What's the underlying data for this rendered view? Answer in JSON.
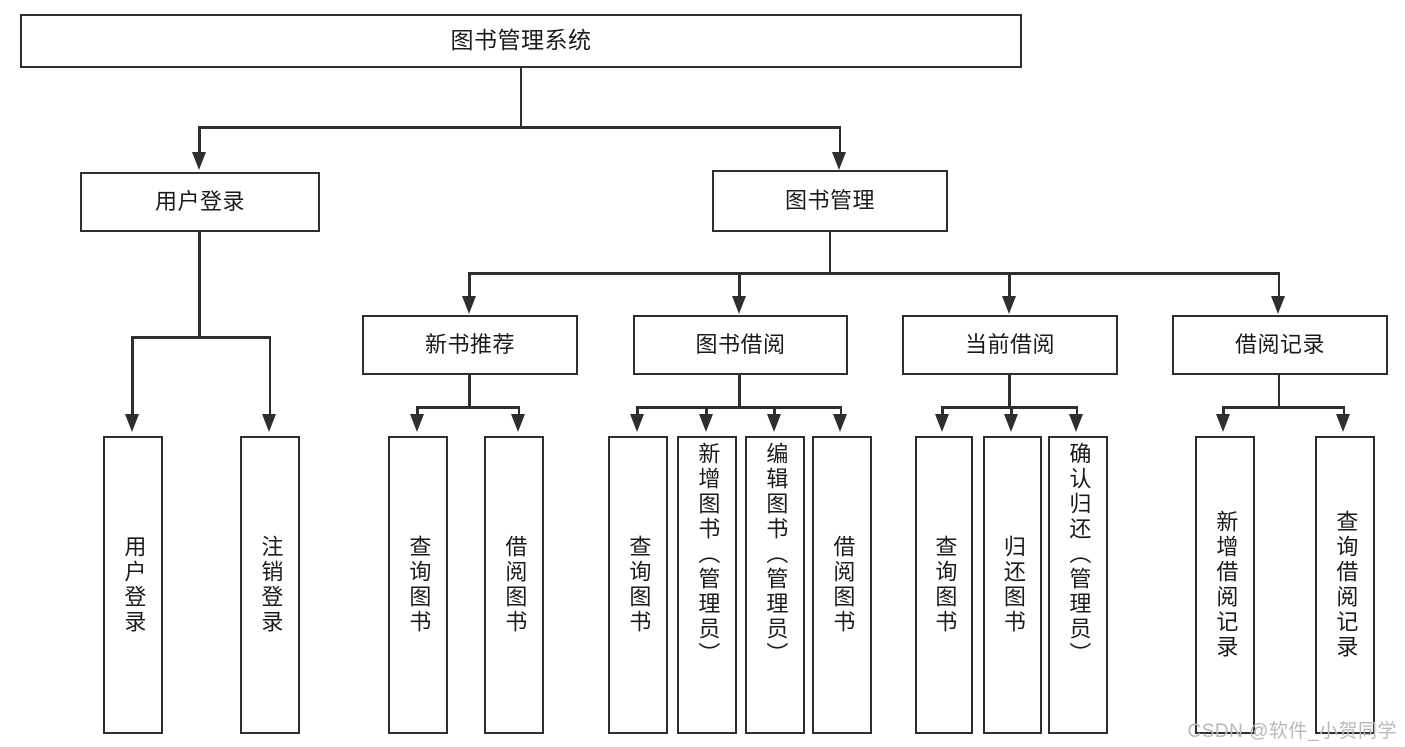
{
  "diagram": {
    "title": "图书管理系统",
    "type": "hierarchy-tree",
    "watermark": "CSDN @软件_小贺同学",
    "colors": {
      "stroke": "#2e2e2e",
      "fill": "#ffffff",
      "text": "#1b1b1b",
      "watermark": "#b9b9b9"
    },
    "root": {
      "label": "图书管理系统"
    },
    "level2": [
      {
        "id": "user-login",
        "label": "用户登录"
      },
      {
        "id": "book-manage",
        "label": "图书管理"
      }
    ],
    "level3": [
      {
        "id": "new-book-recommend",
        "label": "新书推荐",
        "parent": "book-manage"
      },
      {
        "id": "book-borrow",
        "label": "图书借阅",
        "parent": "book-manage"
      },
      {
        "id": "current-borrow",
        "label": "当前借阅",
        "parent": "book-manage"
      },
      {
        "id": "borrow-record",
        "label": "借阅记录",
        "parent": "book-manage"
      }
    ],
    "leaves": {
      "user-login": [
        {
          "id": "leaf-user-login",
          "label": "用户登录"
        },
        {
          "id": "leaf-user-logout",
          "label": "注销登录"
        }
      ],
      "new-book-recommend": [
        {
          "id": "leaf-query-book-1",
          "label": "查询图书"
        },
        {
          "id": "leaf-borrow-book-1",
          "label": "借阅图书"
        }
      ],
      "book-borrow": [
        {
          "id": "leaf-query-book-2",
          "label": "查询图书"
        },
        {
          "id": "leaf-add-book",
          "label": "新增图书（管理员）"
        },
        {
          "id": "leaf-edit-book",
          "label": "编辑图书（管理员）"
        },
        {
          "id": "leaf-borrow-book-2",
          "label": "借阅图书"
        }
      ],
      "current-borrow": [
        {
          "id": "leaf-query-book-3",
          "label": "查询图书"
        },
        {
          "id": "leaf-return-book",
          "label": "归还图书"
        },
        {
          "id": "leaf-confirm-return",
          "label": "确认归还（管理员）"
        }
      ],
      "borrow-record": [
        {
          "id": "leaf-add-record",
          "label": "新增借阅记录"
        },
        {
          "id": "leaf-query-record",
          "label": "查询借阅记录"
        }
      ]
    }
  }
}
